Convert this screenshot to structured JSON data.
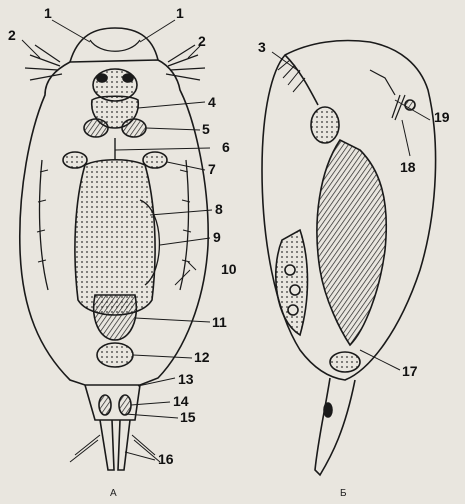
{
  "figure": {
    "background": "#e9e6df",
    "ink": "#1a1a1a",
    "panels": [
      {
        "id": "A",
        "letter": "А"
      },
      {
        "id": "B",
        "letter": "Б"
      }
    ],
    "labels": {
      "n1": "1",
      "n2": "2",
      "n3": "3",
      "n4": "4",
      "n5": "5",
      "n6": "6",
      "n7": "7",
      "n8": "8",
      "n9": "9",
      "n10": "10",
      "n11": "11",
      "n12": "12",
      "n13": "13",
      "n14": "14",
      "n15": "15",
      "n16": "16",
      "n17": "17",
      "n18": "18",
      "n19": "19"
    }
  }
}
